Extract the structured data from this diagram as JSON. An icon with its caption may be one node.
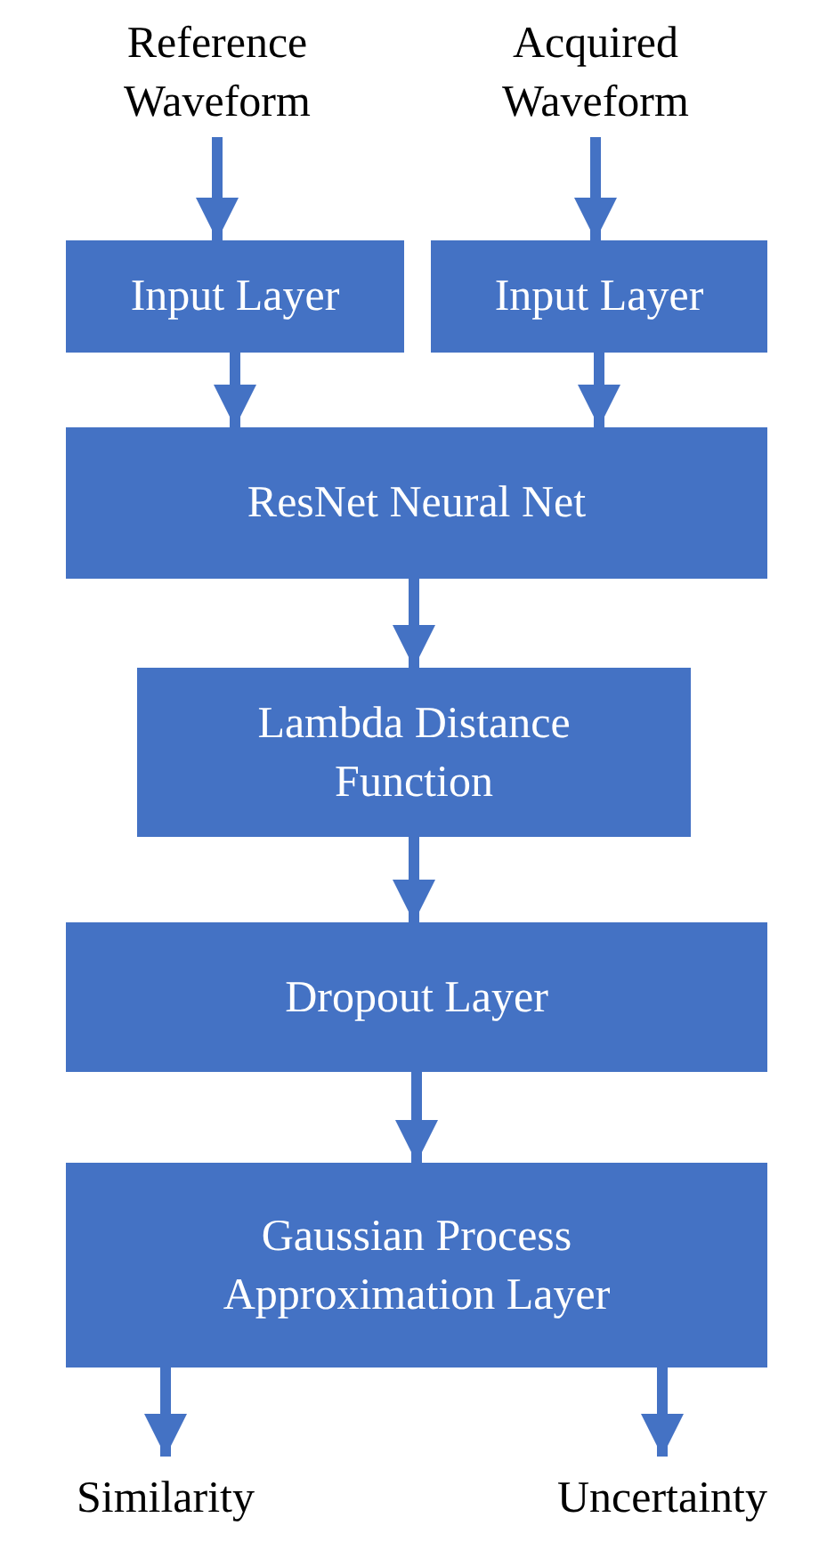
{
  "diagram": {
    "nodes": [
      {
        "text": [
          "Reference Waveform"
        ]
      },
      {
        "text": [
          "Acquired Waveform"
        ]
      },
      {
        "text": [
          "Input Layer"
        ]
      },
      {
        "text": [
          "Input Layer"
        ]
      },
      {
        "text": [
          "ResNet Neural Net"
        ]
      },
      {
        "text": [
          "Lambda Distance Function"
        ]
      },
      {
        "text": [
          "Dropout Layer"
        ]
      },
      {
        "text": [
          "Gaussian Process Approximation Layer"
        ]
      },
      {
        "text": [
          "Similarity"
        ]
      },
      {
        "text": [
          "Uncertainty"
        ]
      }
    ],
    "edges": [
      {
        "from": 0,
        "to": 2,
        "arrow": "to"
      },
      {
        "from": 1,
        "to": 3,
        "arrow": "to"
      },
      {
        "from": 2,
        "to": 4,
        "arrow": "to"
      },
      {
        "from": 3,
        "to": 4,
        "arrow": "to"
      },
      {
        "from": 4,
        "to": 5,
        "arrow": "to"
      },
      {
        "from": 5,
        "to": 6,
        "arrow": "to"
      },
      {
        "from": 6,
        "to": 7,
        "arrow": "to"
      },
      {
        "from": 7,
        "to": 8,
        "arrow": "to"
      },
      {
        "from": 7,
        "to": 9,
        "arrow": "to"
      }
    ]
  }
}
